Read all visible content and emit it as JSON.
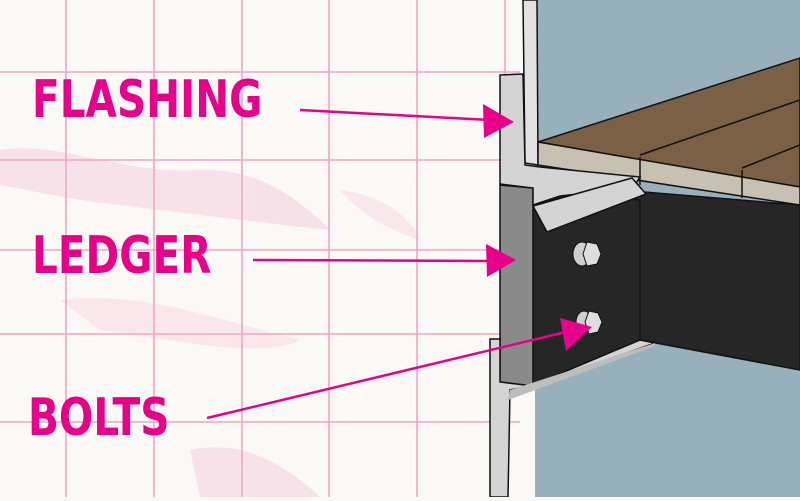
{
  "diagram": {
    "subject": "Deck ledger attachment cross-section",
    "labels": [
      {
        "id": "flashing",
        "text": "FLASHING"
      },
      {
        "id": "ledger",
        "text": "LEDGER"
      },
      {
        "id": "bolts",
        "text": "BOLTS"
      }
    ]
  },
  "colors": {
    "label_accent": "#e6008a",
    "grid_line": "#f2a3c9",
    "paper": "#faf9f5",
    "house_wall": "#98b0bb",
    "decking_top": "#7a6045",
    "decking_edge": "#c9c0b4",
    "joist_and_ledger_face": "#262626",
    "flashing": "#d4d4d4",
    "ledger_end": "#8a8a8a",
    "bolt": "#dedede",
    "outline": "#111111"
  }
}
